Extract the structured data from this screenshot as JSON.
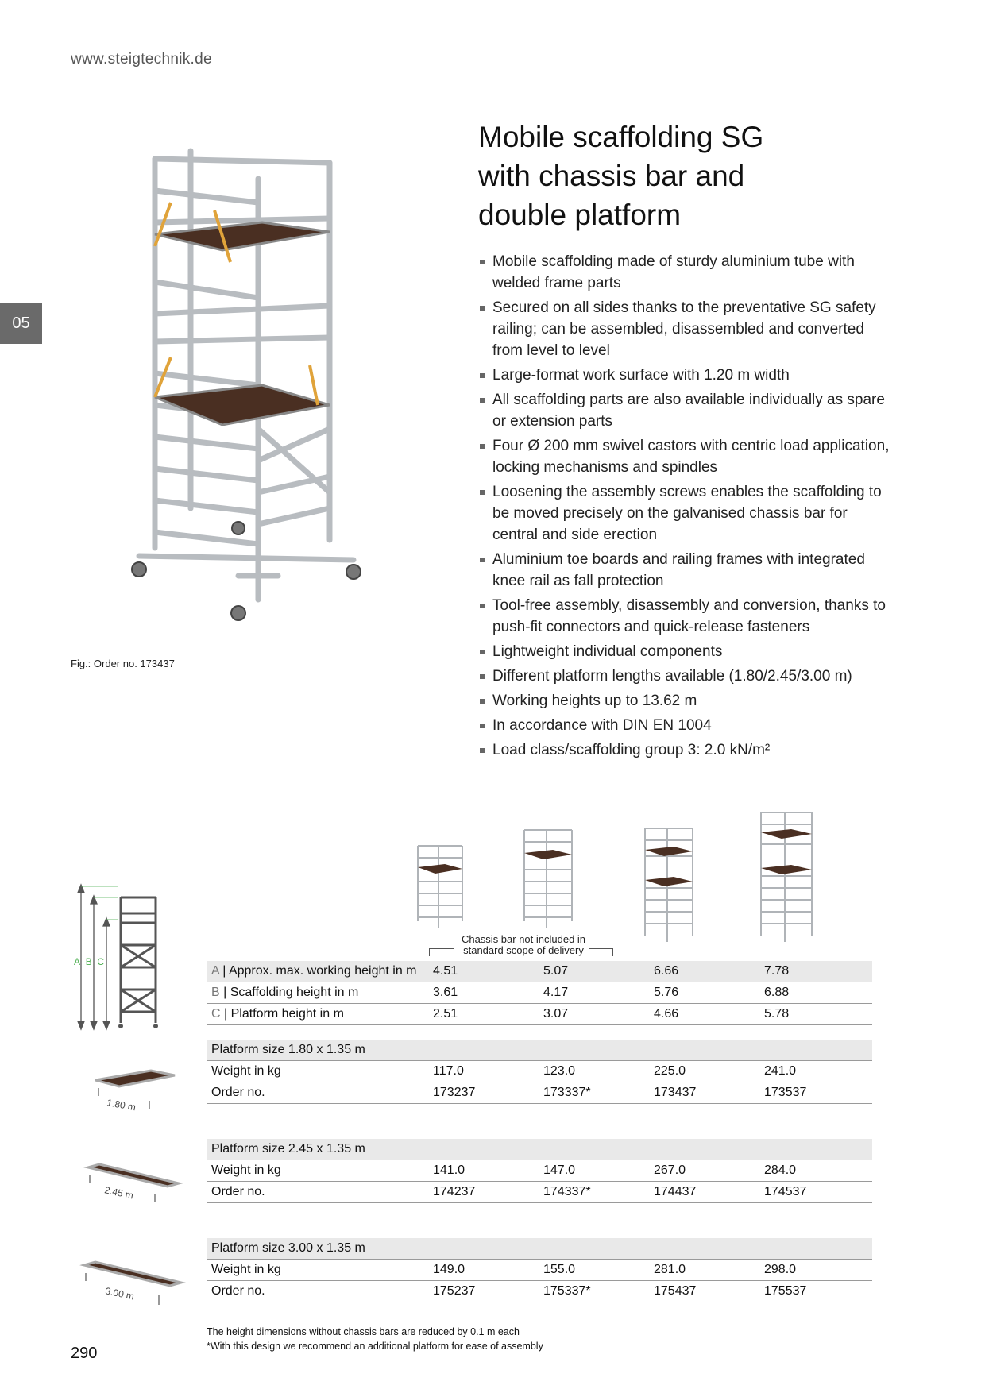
{
  "header": {
    "url": "www.steigtechnik.de"
  },
  "section_tab": "05",
  "title_lines": [
    "Mobile scaffolding SG",
    "with chassis bar and",
    "double platform"
  ],
  "features": [
    "Mobile scaffolding made of sturdy aluminium tube with welded frame parts",
    "Secured on all sides thanks to the preventative SG safety railing; can be assembled, disassembled and converted from level to level",
    "Large-format work surface with 1.20 m width",
    "All scaffolding parts are also available individually as spare or extension parts",
    "Four Ø 200 mm swivel castors with centric load application, locking mechanisms and spindles",
    "Loosening the assembly screws enables the scaffolding to be moved precisely on the galvanised chassis bar for central and side erection",
    "Aluminium toe boards and railing frames with integrated knee rail as fall protection",
    "Tool-free assembly, disassembly and conversion, thanks to push-fit connectors and quick-release fasteners",
    "Lightweight individual components",
    "Different platform lengths available (1.80/2.45/3.00 m)",
    "Working heights up to 13.62 m",
    "In accordance with DIN EN 1004",
    "Load class/scaffolding group 3: 2.0 kN/m²"
  ],
  "figure_caption": "Fig.: Order no. 173437",
  "dimension_letters": [
    "A",
    "B",
    "C"
  ],
  "chassis_note_lines": [
    "Chassis bar not included in",
    "standard scope of delivery"
  ],
  "height_table": [
    {
      "letter": "A",
      "label": " | Approx. max. working height in m",
      "values": [
        "4.51",
        "5.07",
        "6.66",
        "7.78"
      ]
    },
    {
      "letter": "B",
      "label": " | Scaffolding height in m",
      "values": [
        "3.61",
        "4.17",
        "5.76",
        "6.88"
      ]
    },
    {
      "letter": "C",
      "label": " | Platform height in m",
      "values": [
        "2.51",
        "3.07",
        "4.66",
        "5.78"
      ]
    }
  ],
  "platform_tables": [
    {
      "size_label": "Platform size 1.80 x 1.35 m",
      "length_label": "1.80 m",
      "weight_label": "Weight in kg",
      "weights": [
        "117.0",
        "123.0",
        "225.0",
        "241.0"
      ],
      "order_label": "Order no.",
      "orders": [
        "173237",
        "173337*",
        "173437",
        "173537"
      ]
    },
    {
      "size_label": "Platform size 2.45 x 1.35 m",
      "length_label": "2.45 m",
      "weight_label": "Weight in kg",
      "weights": [
        "141.0",
        "147.0",
        "267.0",
        "284.0"
      ],
      "order_label": "Order no.",
      "orders": [
        "174237",
        "174337*",
        "174437",
        "174537"
      ]
    },
    {
      "size_label": "Platform size 3.00 x 1.35 m",
      "length_label": "3.00 m",
      "weight_label": "Weight in kg",
      "weights": [
        "149.0",
        "155.0",
        "281.0",
        "298.0"
      ],
      "order_label": "Order no.",
      "orders": [
        "175237",
        "175337*",
        "175437",
        "175537"
      ]
    }
  ],
  "footnotes": [
    "The height dimensions without chassis bars are reduced by 0.1 m each",
    "*With this design we recommend an additional platform for ease of assembly"
  ],
  "page_number": "290"
}
